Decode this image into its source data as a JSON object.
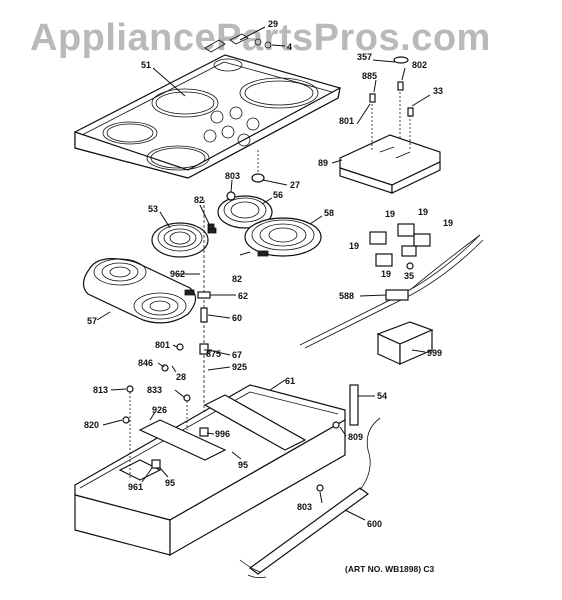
{
  "watermark": "AppliancePartsPros.com",
  "art_number": "(ART NO. WB1898) C3",
  "callouts": {
    "c29": "29",
    "c4": "4",
    "c51": "51",
    "c357": "357",
    "c885": "885",
    "c802": "802",
    "c801a": "801",
    "c33": "33",
    "c89": "89",
    "c27": "27",
    "c803a": "803",
    "c53": "53",
    "c82a": "82",
    "c56": "56",
    "c58": "58",
    "c19a": "19",
    "c19b": "19",
    "c19c": "19",
    "c19d": "19",
    "c19e": "19",
    "c35": "35",
    "c962": "962",
    "c82b": "82",
    "c62": "62",
    "c57": "57",
    "c588": "588",
    "c60": "60",
    "c801b": "801",
    "c875": "875",
    "c67": "67",
    "c999": "999",
    "c846": "846",
    "c28": "28",
    "c925": "925",
    "c61": "61",
    "c813": "813",
    "c833": "833",
    "c54": "54",
    "c926": "926",
    "c820": "820",
    "c996": "996",
    "c809": "809",
    "c95a": "95",
    "c95b": "95",
    "c961": "961",
    "c803b": "803",
    "c600": "600"
  }
}
